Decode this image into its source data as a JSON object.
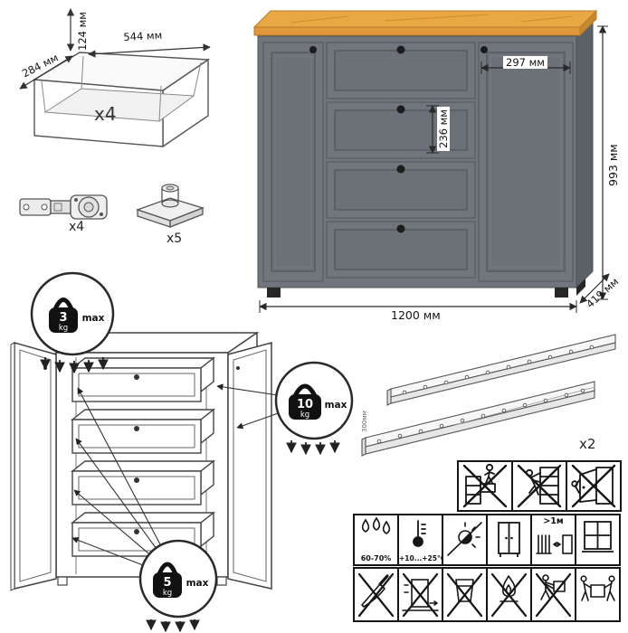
{
  "drawer_box": {
    "dim_height": "124 мм",
    "dim_width": "544 мм",
    "dim_depth": "284 мм",
    "count": "x4"
  },
  "hardware": {
    "hinge_count": "x4",
    "foot_count": "x5"
  },
  "dresser": {
    "dim_inner_width": "297 мм",
    "dim_drawer_height": "236 мм",
    "dim_height": "993 мм",
    "dim_width": "1200 мм",
    "dim_depth": "419 мм",
    "colors": {
      "body": "#70767b",
      "side": "#5c6166",
      "top_wood": "#eaa844",
      "knob": "#1c1c1c"
    }
  },
  "weight_limits": {
    "top": {
      "value": "3",
      "unit": "kg",
      "qualifier": "max"
    },
    "right": {
      "value": "10",
      "unit": "kg",
      "qualifier": "max"
    },
    "bottom": {
      "value": "5",
      "unit": "kg",
      "qualifier": "max"
    }
  },
  "slides": {
    "count": "x2",
    "length": "300мм"
  },
  "pictograms": {
    "humidity": "60-70%",
    "temperature": "+10...+25°С",
    "min_distance": ">1м"
  }
}
